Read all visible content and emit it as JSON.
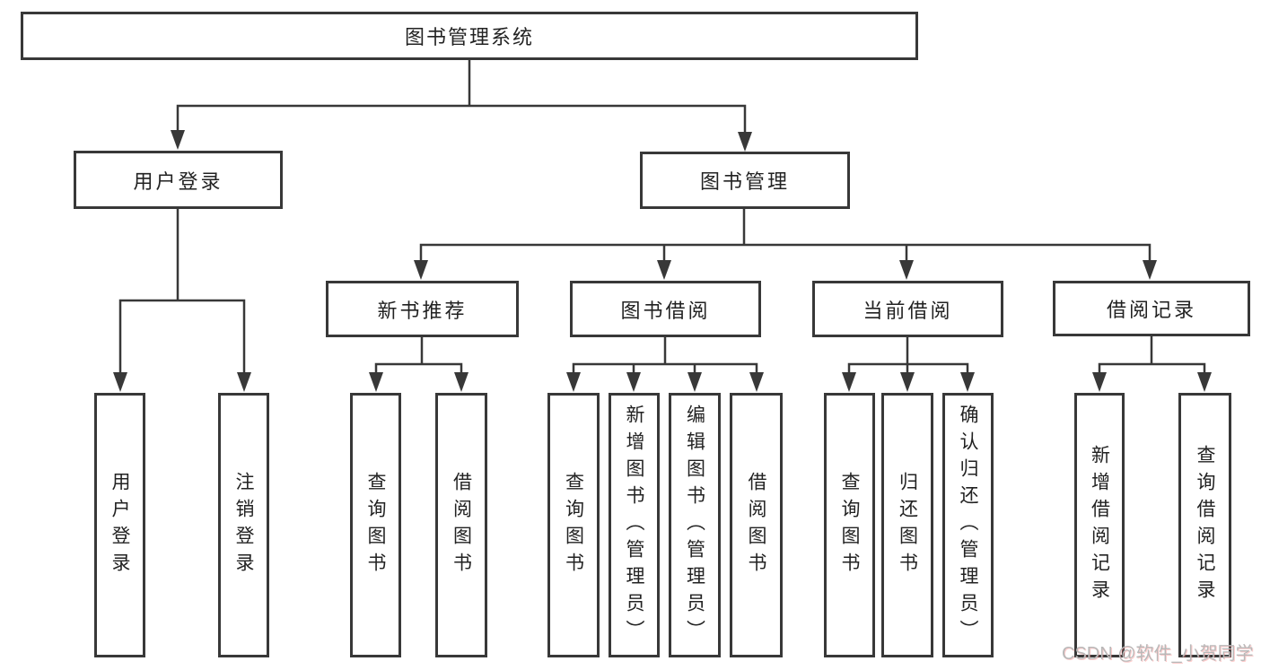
{
  "diagram_type": "hierarchy-tree",
  "tree": {
    "root": {
      "label": "图书管理系统",
      "children": [
        {
          "label": "用户登录",
          "children": [
            {
              "label": "用户登录"
            },
            {
              "label": "注销登录"
            }
          ]
        },
        {
          "label": "图书管理",
          "children": [
            {
              "label": "新书推荐",
              "children": [
                {
                  "label": "查询图书"
                },
                {
                  "label": "借阅图书"
                }
              ]
            },
            {
              "label": "图书借阅",
              "children": [
                {
                  "label": "查询图书"
                },
                {
                  "label": "新增图书（管理员）"
                },
                {
                  "label": "编辑图书（管理员）"
                },
                {
                  "label": "借阅图书"
                }
              ]
            },
            {
              "label": "当前借阅",
              "children": [
                {
                  "label": "查询图书"
                },
                {
                  "label": "归还图书"
                },
                {
                  "label": "确认归还（管理员）"
                }
              ]
            },
            {
              "label": "借阅记录",
              "children": [
                {
                  "label": "新增借阅记录"
                },
                {
                  "label": "查询借阅记录"
                }
              ]
            }
          ]
        }
      ]
    }
  },
  "watermark": {
    "text": "CSDN @软件_小贺同学"
  },
  "colors": {
    "line": "#383838",
    "text": "#222222",
    "bg": "#ffffff",
    "watermark": "#b9b9b9"
  }
}
